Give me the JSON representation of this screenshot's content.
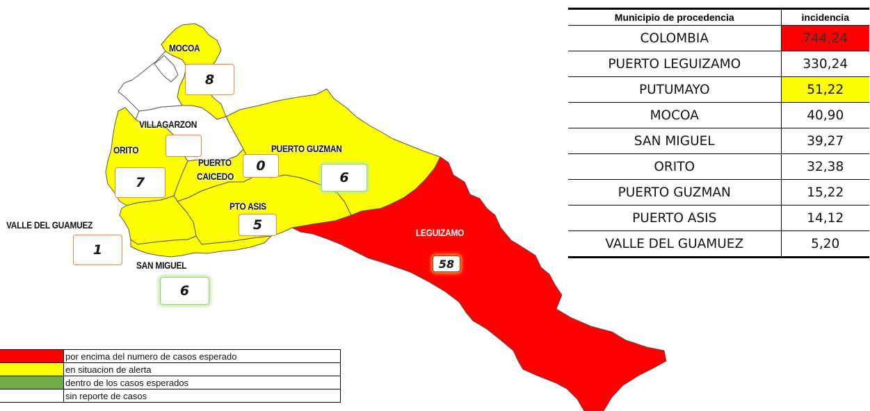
{
  "colors": {
    "above_expected": "#ff0000",
    "alert": "#ffff00",
    "within_expected": "#70ad47",
    "no_report": "#ffffff"
  },
  "municipalities": [
    {
      "key": "mocoa",
      "name": "MOCOA",
      "cases": "8",
      "status": "alert"
    },
    {
      "key": "villagarzon",
      "name": "VILLAGARZON",
      "cases": "",
      "status": "no_report"
    },
    {
      "key": "orito",
      "name": "ORITO",
      "cases": "7",
      "status": "alert"
    },
    {
      "key": "puerto_caicedo",
      "name_line1": "PUERTO",
      "name_line2": "CAICEDO",
      "cases": "0",
      "status": "alert"
    },
    {
      "key": "puerto_guzman",
      "name": "PUERTO GUZMAN",
      "cases": "6",
      "status": "alert"
    },
    {
      "key": "pto_asis",
      "name": "PTO ASIS",
      "cases": "5",
      "status": "alert"
    },
    {
      "key": "valle_del_guamuez",
      "name": "VALLE DEL  GUAMUEZ",
      "cases": "1",
      "status": "alert"
    },
    {
      "key": "san_miguel",
      "name": "SAN MIGUEL",
      "cases": "6",
      "status": "alert"
    },
    {
      "key": "leguizamo",
      "name": "LEGUIZAMO",
      "cases": "58",
      "status": "above_expected"
    }
  ],
  "incidence_table": {
    "headers": [
      "Municipio de procedencia",
      "incidencia"
    ],
    "rows": [
      {
        "municipio": "COLOMBIA",
        "incidencia": "744,24",
        "highlight": "red"
      },
      {
        "municipio": "PUERTO LEGUIZAMO",
        "incidencia": "330,24",
        "highlight": ""
      },
      {
        "municipio": "PUTUMAYO",
        "incidencia": "51,22",
        "highlight": "yellow"
      },
      {
        "municipio": "MOCOA",
        "incidencia": "40,90",
        "highlight": ""
      },
      {
        "municipio": "SAN MIGUEL",
        "incidencia": "39,27",
        "highlight": ""
      },
      {
        "municipio": "ORITO",
        "incidencia": "32,38",
        "highlight": ""
      },
      {
        "municipio": "PUERTO GUZMAN",
        "incidencia": "15,22",
        "highlight": ""
      },
      {
        "municipio": "PUERTO ASIS",
        "incidencia": "14,12",
        "highlight": ""
      },
      {
        "municipio": "VALLE DEL GUAMUEZ",
        "incidencia": "5,20",
        "highlight": ""
      }
    ]
  },
  "legend": [
    {
      "color": "#ff0000",
      "label": "por encima del  numero de casos esperado"
    },
    {
      "color": "#ffff00",
      "label": "en situacion de alerta"
    },
    {
      "color": "#70ad47",
      "label": "dentro de los casos  esperados"
    },
    {
      "color": "#ffffff",
      "label": "sin reporte de casos"
    }
  ]
}
